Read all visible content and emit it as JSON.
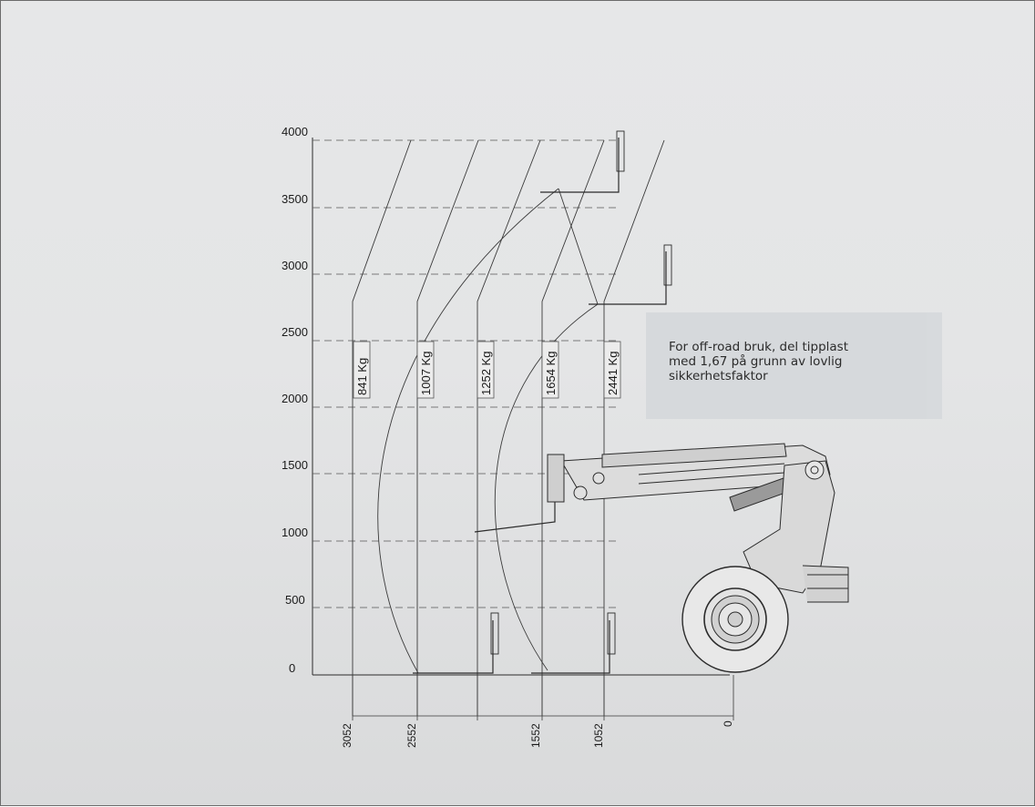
{
  "diagram": {
    "y_axis_labels": [
      "0",
      "500",
      "1000",
      "1500",
      "2000",
      "2500",
      "3000",
      "3500",
      "4000"
    ],
    "x_axis_labels": [
      "3052",
      "2552",
      "1552",
      "1052",
      "0"
    ],
    "capacity_labels": [
      "841 Kg",
      "1007 Kg",
      "1252 Kg",
      "1654 Kg",
      "2441 Kg"
    ]
  },
  "note": {
    "lines": [
      "For off-road bruk, del tipplast",
      "med 1,67 på grunn av lovlig",
      "sikkerhetsfaktor"
    ]
  },
  "colors": {
    "background": "#e4e5e6",
    "line": "#2b2b2b",
    "note_box": "#d6d9dc"
  }
}
